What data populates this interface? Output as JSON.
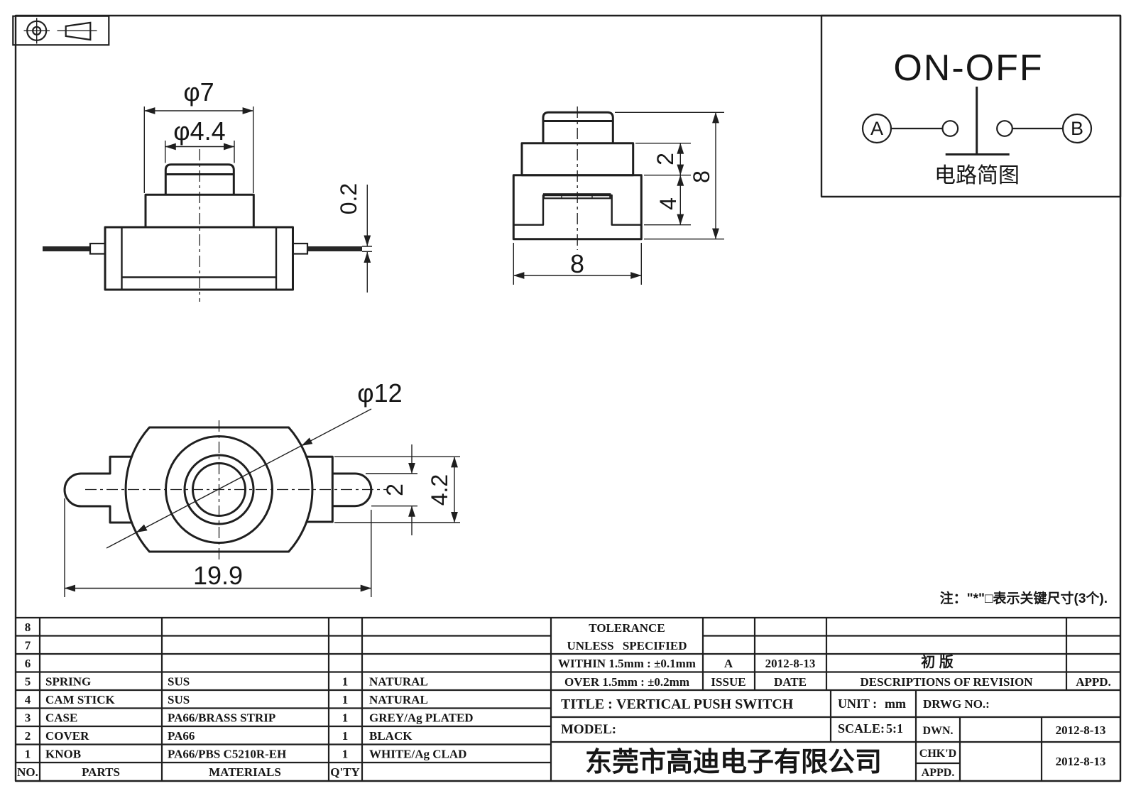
{
  "circuit": {
    "title": "ON-OFF",
    "terminal_a": "A",
    "terminal_b": "B",
    "caption": "电路简图"
  },
  "front_view": {
    "dim_cover_dia": "φ7",
    "dim_knob_dia": "φ4.4",
    "dim_lead_thickness": "0.2"
  },
  "side_view": {
    "dim_cover_height": "2",
    "dim_case_height": "4",
    "dim_total_height": "8",
    "dim_body_width": "8"
  },
  "top_view": {
    "dim_body_dia": "φ12",
    "dim_terminal_width": "2",
    "dim_shoulder_width": "4.2",
    "dim_total_length": "19.9"
  },
  "note": "注：\"*\"□表示关键尺寸(3个).",
  "parts_table": {
    "headers": {
      "no": "NO.",
      "parts": "PARTS",
      "materials": "MATERIALS",
      "qty": "Q'TY"
    },
    "rows": [
      {
        "no": "8",
        "parts": "",
        "materials": "",
        "qty": "",
        "finish": ""
      },
      {
        "no": "7",
        "parts": "",
        "materials": "",
        "qty": "",
        "finish": ""
      },
      {
        "no": "6",
        "parts": "",
        "materials": "",
        "qty": "",
        "finish": ""
      },
      {
        "no": "5",
        "parts": "SPRING",
        "materials": "SUS",
        "qty": "1",
        "finish": "NATURAL"
      },
      {
        "no": "4",
        "parts": "CAM STICK",
        "materials": "SUS",
        "qty": "1",
        "finish": "NATURAL"
      },
      {
        "no": "3",
        "parts": "CASE",
        "materials": "PA66/BRASS STRIP",
        "qty": "1",
        "finish": "GREY/Ag PLATED"
      },
      {
        "no": "2",
        "parts": "COVER",
        "materials": "PA66",
        "qty": "1",
        "finish": "BLACK"
      },
      {
        "no": "1",
        "parts": "KNOB",
        "materials": "PA66/PBS C5210R-EH",
        "qty": "1",
        "finish": "WHITE/Ag CLAD"
      }
    ]
  },
  "revision_block": {
    "tolerance_line1": "TOLERANCE",
    "tolerance_line2": "UNLESS SPECIFIED",
    "within": "WITHIN 1.5mm : ±0.1mm",
    "over": "OVER 1.5mm : ±0.2mm",
    "issue_value": "A",
    "issue_label": "ISSUE",
    "date_value": "2012-8-13",
    "date_label": "DATE",
    "revision_value": "初 版",
    "revision_label": "DESCRIPTIONS OF REVISION",
    "appd_label": "APPD."
  },
  "title_block": {
    "title_label": "TITLE :",
    "title_value": "VERTICAL PUSH SWITCH",
    "unit_label": "UNIT :",
    "unit_value": "mm",
    "drwg_label": "DRWG NO.:",
    "model_label": "MODEL:",
    "scale_label": "SCALE:",
    "scale_value": "5:1",
    "dwn_label": "DWN.",
    "chkd_label": "CHK'D",
    "appd_label": "APPD.",
    "dwn_date": "2012-8-13",
    "chkd_date": "2012-8-13",
    "company": "东莞市高迪电子有限公司"
  },
  "colors": {
    "line": "#1f1f1f",
    "company_text": "#e03a24",
    "paper": "#ffffff"
  }
}
